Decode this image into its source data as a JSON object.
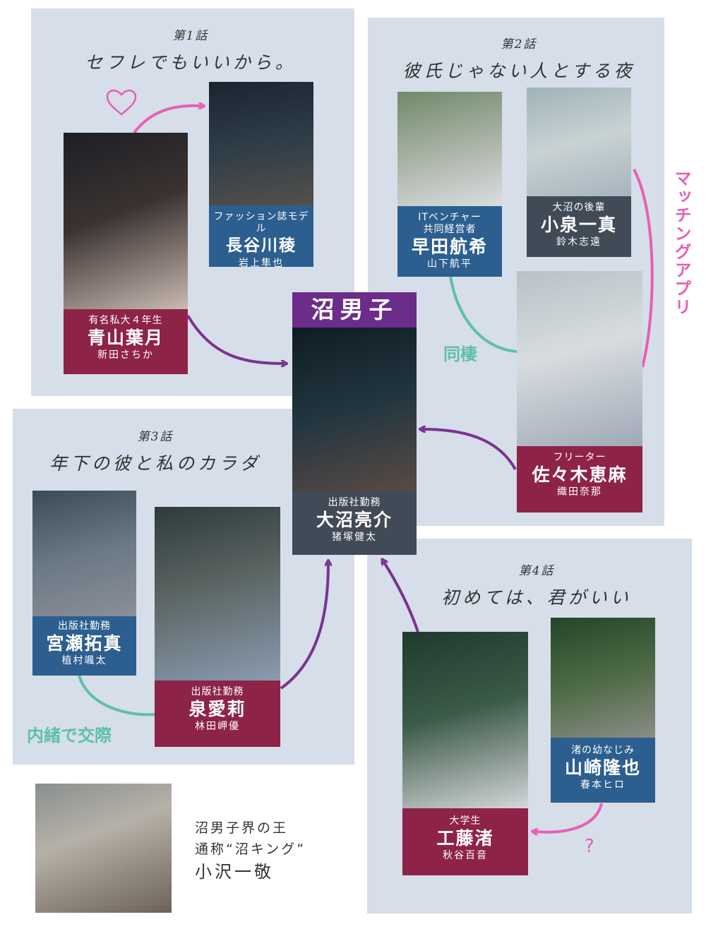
{
  "colors": {
    "panel_bg": "#d6dee9",
    "label_blue": "#2c5f8f",
    "label_red": "#8e2348",
    "label_dark": "#414a57",
    "header_purple": "#6b2c8a",
    "arrow_purple": "#7b3390",
    "arrow_pink": "#e85fb4",
    "line_teal": "#5ebfaa"
  },
  "ep1": {
    "no": "第1話",
    "title": "セフレでもいいから。"
  },
  "ep2": {
    "no": "第2話",
    "title": "彼氏じゃない人とする夜"
  },
  "ep3": {
    "no": "第3話",
    "title": "年下の彼と私のカラダ"
  },
  "ep4": {
    "no": "第4話",
    "title": "初めては、君がいい"
  },
  "center": {
    "header": "沼男子",
    "role": "出版社勤務",
    "name": "大沼亮介",
    "actor": "猪塚健太"
  },
  "characters": {
    "aoyama": {
      "role": "有名私大４年生",
      "name": "青山葉月",
      "actor": "新田さちか"
    },
    "hasegawa": {
      "role": "ファッション誌モデル",
      "name": "長谷川稜",
      "actor": "岩上隼也"
    },
    "hayata": {
      "role_line1": "ITベンチャー",
      "role_line2": "共同経営者",
      "name": "早田航希",
      "actor": "山下航平"
    },
    "koizumi": {
      "role": "大沼の後輩",
      "name": "小泉一真",
      "actor": "鈴木志遠"
    },
    "sasaki": {
      "role": "フリーター",
      "name": "佐々木恵麻",
      "actor": "織田奈那"
    },
    "miyase": {
      "role": "出版社勤務",
      "name": "宮瀬拓真",
      "actor": "植村颯太"
    },
    "izumi": {
      "role": "出版社勤務",
      "name": "泉愛莉",
      "actor": "林田岬優"
    },
    "kudo": {
      "role": "大学生",
      "name": "工藤渚",
      "actor": "秋谷百音"
    },
    "yamazaki": {
      "role": "渚の幼なじみ",
      "name": "山崎隆也",
      "actor": "春本ヒロ"
    }
  },
  "relations": {
    "cohabit": "同棲",
    "matching_app": "マッチングアプリ",
    "secret_dating": "内緒で交際",
    "question": "?"
  },
  "king": {
    "line1": "沼男子界の王",
    "line2": "通称“沼キング”",
    "name": "小沢一敬"
  },
  "icons": [
    "heart-icon"
  ]
}
